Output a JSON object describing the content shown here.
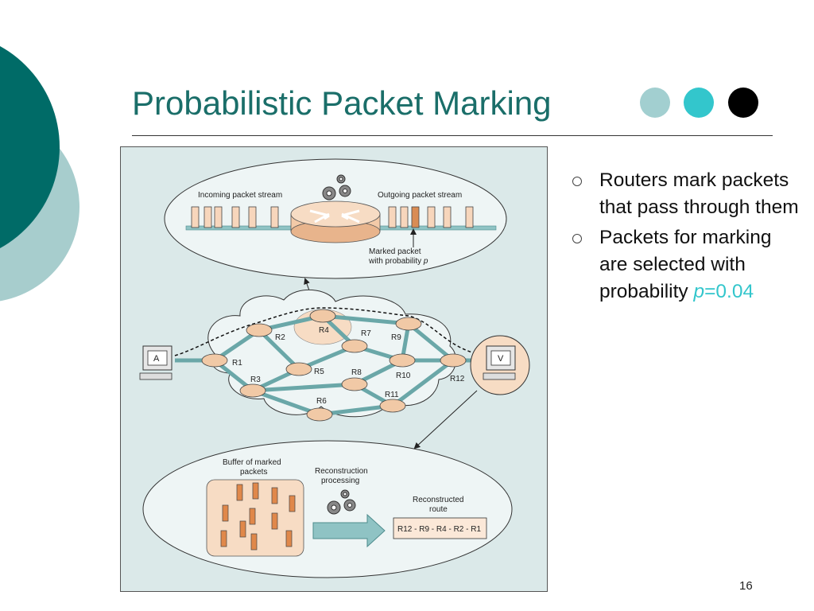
{
  "slide": {
    "title": "Probabilistic Packet Marking",
    "page_number": "16",
    "theme_colors": {
      "title": "#1a6e69",
      "deco_dark": "#006b67",
      "deco_light": "#a7cdcd",
      "dot1": "#a2cfd0",
      "dot2": "#33c6cc",
      "dot3": "#000000",
      "highlight": "#33c6cc"
    }
  },
  "bullets": [
    {
      "text": "Routers mark packets that pass through them"
    },
    {
      "text": "Packets for marking are selected with probability ",
      "var": "p",
      "rest": "=0.04"
    }
  ],
  "figure": {
    "top": {
      "incoming": "Incoming packet stream",
      "outgoing": "Outgoing packet stream",
      "marked_line1": "Marked packet",
      "marked_line2": "with probability ",
      "marked_var": "p"
    },
    "hosts": {
      "attacker": "A",
      "victim": "V"
    },
    "routers": [
      "R1",
      "R2",
      "R3",
      "R4",
      "R5",
      "R6",
      "R7",
      "R8",
      "R9",
      "R10",
      "R11",
      "R12"
    ],
    "bottom": {
      "buffer_line1": "Buffer of marked",
      "buffer_line2": "packets",
      "recon_line1": "Reconstruction",
      "recon_line2": "processing",
      "route_line1": "Reconstructed",
      "route_line2": "route",
      "route": "R12 - R9 - R4 - R2 - R1"
    }
  }
}
